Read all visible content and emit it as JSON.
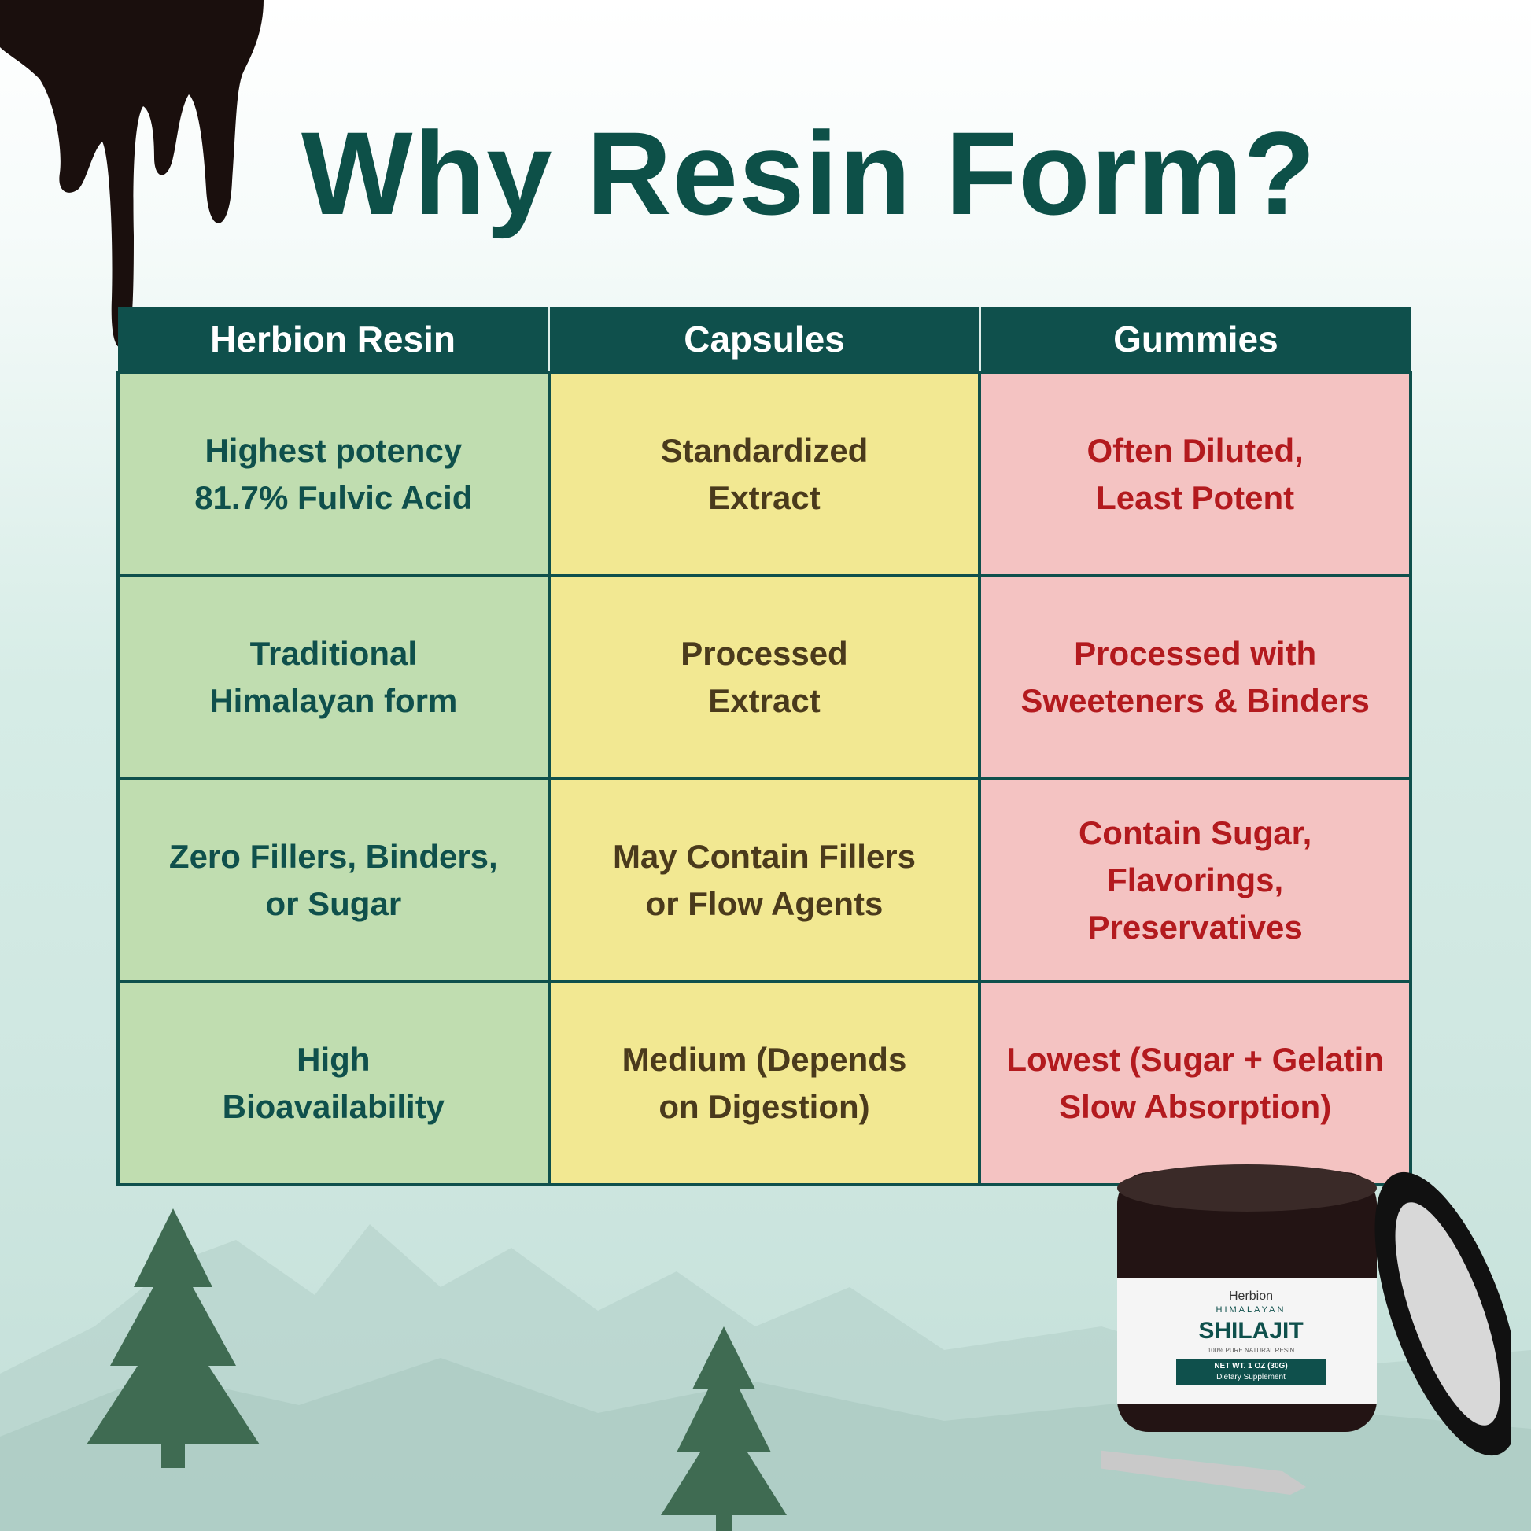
{
  "title": "Why Resin Form?",
  "table": {
    "headers": [
      "Herbion Resin",
      "Capsules",
      "Gummies"
    ],
    "rows": [
      [
        "Highest potency\n81.7% Fulvic Acid",
        "Standardized\nExtract",
        "Often Diluted,\nLeast Potent"
      ],
      [
        "Traditional\nHimalayan form",
        "Processed\nExtract",
        "Processed with\nSweeteners & Binders"
      ],
      [
        "Zero Fillers, Binders,\nor Sugar",
        "May Contain Fillers\nor Flow Agents",
        "Contain Sugar, Flavorings,\nPreservatives"
      ],
      [
        "High\nBioavailability",
        "Medium (Depends\non Digestion)",
        "Lowest (Sugar + Gelatin\nSlow Absorption)"
      ]
    ]
  },
  "product": {
    "brand": "Herbion",
    "line": "HIMALAYAN",
    "name": "SHILAJIT",
    "tagline": "100% PURE NATURAL RESIN",
    "net_wt": "NET WT. 1 OZ (30G)",
    "type": "Dietary Supplement"
  },
  "colors": {
    "header": "#0f504c",
    "green": "#c0ddb0",
    "yellow": "#f2e892",
    "red": "#f4c3c2"
  }
}
